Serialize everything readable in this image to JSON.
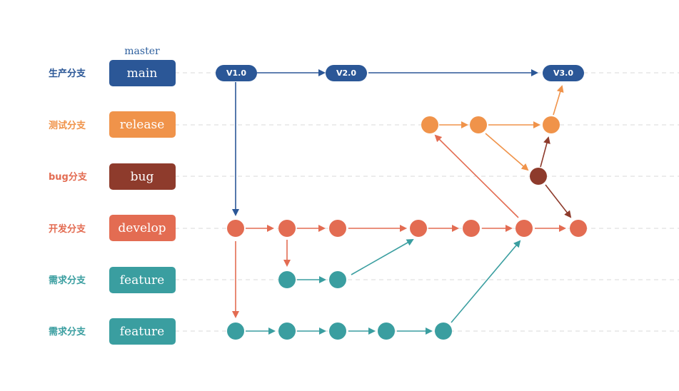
{
  "colors": {
    "main": "#2b5797",
    "release": "#f0934a",
    "bug": "#8e3b2c",
    "develop": "#e36c52",
    "feature": "#3a9ea0",
    "guide": "#d9d9d9"
  },
  "master_label": "master",
  "rows": [
    {
      "id": "main",
      "label": "生产分支",
      "branch": "main",
      "color": "main"
    },
    {
      "id": "release",
      "label": "测试分支",
      "branch": "release",
      "color": "release"
    },
    {
      "id": "bug",
      "label": "bug分支",
      "branch": "bug",
      "color": "bug"
    },
    {
      "id": "develop",
      "label": "开发分支",
      "branch": "develop",
      "color": "develop"
    },
    {
      "id": "feature1",
      "label": "需求分支",
      "branch": "feature",
      "color": "feature"
    },
    {
      "id": "feature2",
      "label": "需求分支",
      "branch": "feature",
      "color": "feature"
    }
  ],
  "tags": [
    {
      "id": "v1",
      "text": "V1.0"
    },
    {
      "id": "v2",
      "text": "V2.0"
    },
    {
      "id": "v3",
      "text": "V3.0"
    }
  ]
}
